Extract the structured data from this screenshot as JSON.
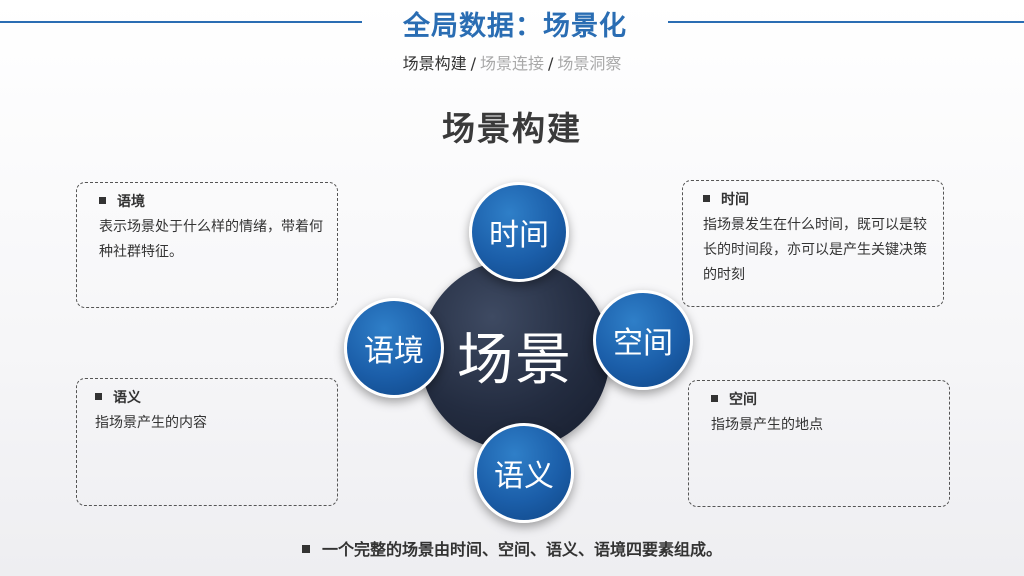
{
  "header": {
    "title": "全局数据：场景化",
    "breadcrumb": {
      "current": "场景构建",
      "separator": "/",
      "rest1": "场景连接",
      "rest2": "场景洞察"
    }
  },
  "section_heading": "场景构建",
  "diagram": {
    "center": "场景",
    "nodes": {
      "time": "时间",
      "space": "空间",
      "context": "语境",
      "semantic": "语义"
    }
  },
  "boxes": {
    "context": {
      "title": "语境",
      "body": "表示场景处于什么样的情绪，带着何种社群特征。"
    },
    "time": {
      "title": "时间",
      "body": "指场景发生在什么时间，既可以是较长的时间段，亦可以是产生关键决策的时刻"
    },
    "semantic": {
      "title": "语义",
      "body": "指场景产生的内容"
    },
    "space": {
      "title": "空间",
      "body": "指场景产生的地点"
    }
  },
  "summary": "一个完整的场景由时间、空间、语义、语境四要素组成。",
  "colors": {
    "accent_blue": "#2a6db3",
    "node_blue": "#1b5ea9",
    "center_dark": "#232c40"
  }
}
